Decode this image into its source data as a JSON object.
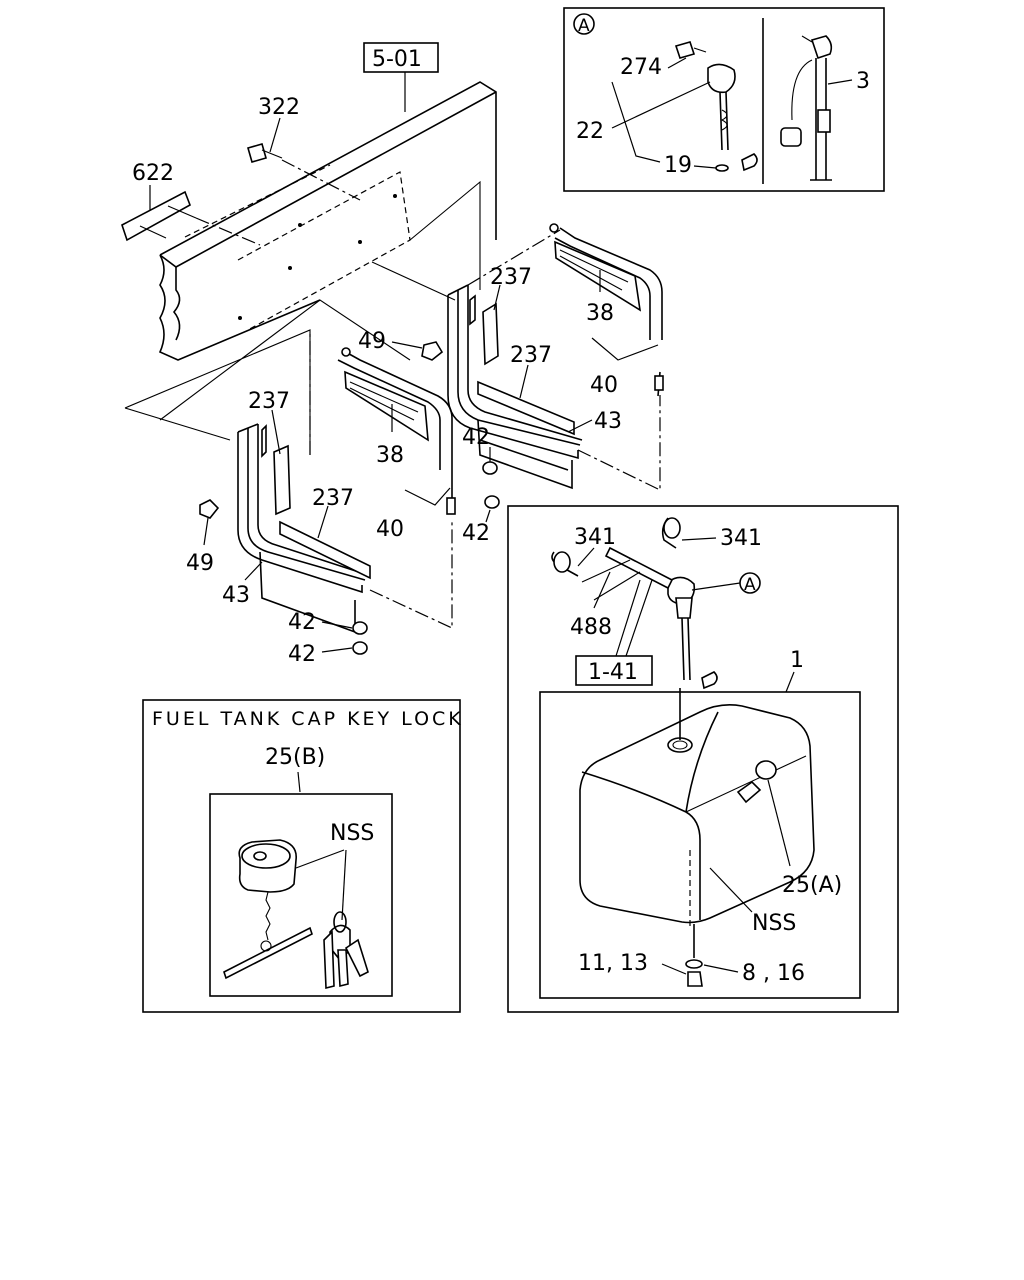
{
  "callouts": {
    "ref_5_01": "5-01",
    "ref_1_41": "1-41",
    "detail_a_marker": "A",
    "detail_a_pointer": "A",
    "p322": "322",
    "p622": "622",
    "p274": "274",
    "p22": "22",
    "p19": "19",
    "p3": "3",
    "p237_top": "237",
    "p237_mid": "237",
    "p237_left": "237",
    "p237_lower": "237",
    "p38_right": "38",
    "p38_left": "38",
    "p40_right": "40",
    "p40_left": "40",
    "p43_right": "43",
    "p43_left": "43",
    "p49_top": "49",
    "p49_bottom": "49",
    "p42_a": "42",
    "p42_b": "42",
    "p42_c": "42",
    "p42_d": "42",
    "p341_left": "341",
    "p341_right": "341",
    "p488": "488",
    "p1": "1",
    "p25a": "25(A)",
    "nss_tank": "NSS",
    "p11_13": "11, 13",
    "p8_16": "8 , 16",
    "p25b": "25(B)",
    "nss_cap": "NSS"
  },
  "key_lock_box": {
    "title": "FUEL TANK CAP KEY LOCK"
  }
}
